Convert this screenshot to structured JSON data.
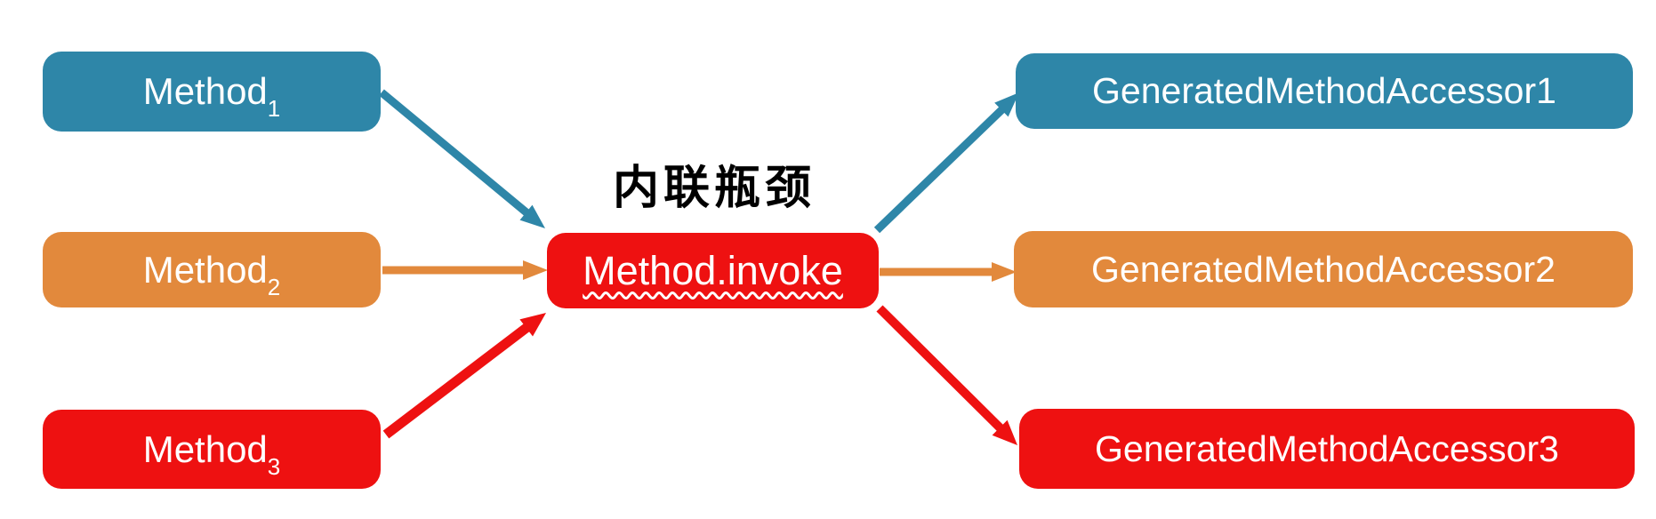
{
  "title": "内联瓶颈",
  "colors": {
    "blue": "#2E86A8",
    "orange": "#E2893C",
    "red": "#EE1111",
    "node_text": "#FFFFFF",
    "title_text": "#000000"
  },
  "nodes": {
    "left": [
      {
        "base": "Method",
        "sub": "1",
        "color": "blue"
      },
      {
        "base": "Method",
        "sub": "2",
        "color": "orange"
      },
      {
        "base": "Method",
        "sub": "3",
        "color": "red"
      }
    ],
    "center": {
      "label": "Method.invoke",
      "color": "red"
    },
    "right": [
      {
        "label": "GeneratedMethodAccessor1",
        "color": "blue"
      },
      {
        "label": "GeneratedMethodAccessor2",
        "color": "orange"
      },
      {
        "label": "GeneratedMethodAccessor3",
        "color": "red"
      }
    ]
  }
}
